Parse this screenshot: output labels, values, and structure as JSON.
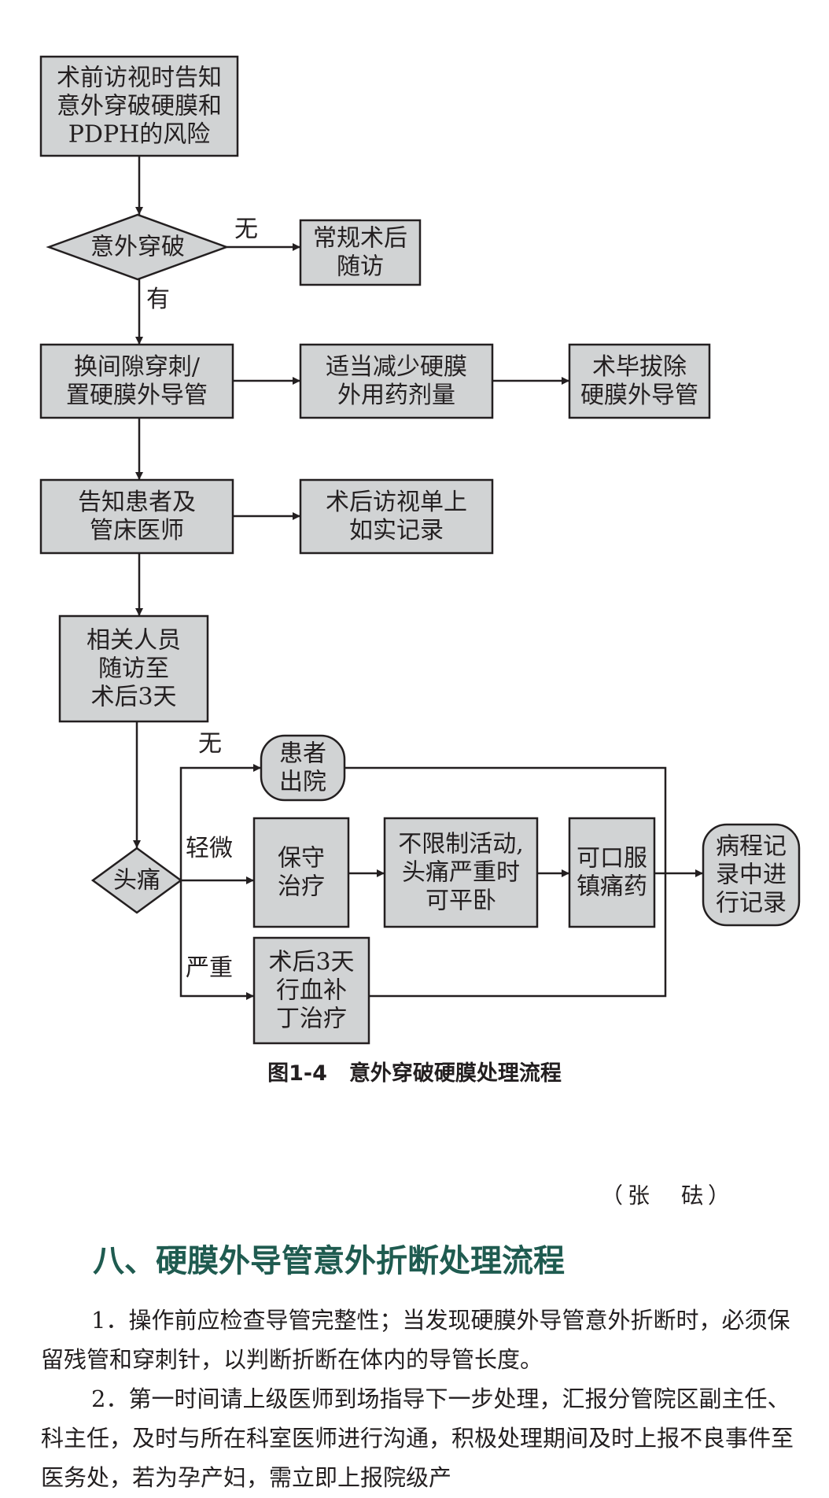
{
  "diagram": {
    "colors": {
      "box_fill": "#d1d3d4",
      "stroke": "#231f20",
      "text": "#231f20"
    },
    "nodes": {
      "n_start": [
        "术前访视时告知",
        "意外穿破硬膜和",
        "PDPH的风险"
      ],
      "n_puncture": [
        "意外穿破"
      ],
      "n_routine": [
        "常规术后",
        "随访"
      ],
      "n_change": [
        "换间隙穿刺/",
        "置硬膜外导管"
      ],
      "n_reduce": [
        "适当减少硬膜",
        "外用药剂量"
      ],
      "n_remove": [
        "术毕拔除",
        "硬膜外导管"
      ],
      "n_inform": [
        "告知患者及",
        "管床医师"
      ],
      "n_record": [
        "术后访视单上",
        "如实记录"
      ],
      "n_followup": [
        "相关人员",
        "随访至",
        "术后3天"
      ],
      "n_headache": [
        "头痛"
      ],
      "n_discharge": [
        "患者",
        "出院"
      ],
      "n_conservative": [
        "保守",
        "治疗"
      ],
      "n_activity": [
        "不限制活动,",
        "头痛严重时",
        "可平卧"
      ],
      "n_analgesic": [
        "可口服",
        "镇痛药"
      ],
      "n_patch": [
        "术后3天",
        "行血补",
        "丁治疗"
      ],
      "n_medrec": [
        "病程记",
        "录中进",
        "行记录"
      ]
    },
    "edge_labels": {
      "no1": "无",
      "yes1": "有",
      "no2": "无",
      "mild": "轻微",
      "severe": "严重"
    }
  },
  "caption": {
    "number": "图1-4",
    "title": "意外穿破硬膜处理流程"
  },
  "author": "（张　砝）",
  "section": {
    "title": "八、硬膜外导管意外折断处理流程",
    "paragraphs": [
      "1．操作前应检查导管完整性；当发现硬膜外导管意外折断时，必须保留残管和穿刺针，以判断折断在体内的导管长度。",
      "2．第一时间请上级医师到场指导下一步处理，汇报分管院区副主任、科主任，及时与所在科室医师进行沟通，积极处理期间及时上报不良事件至医务处，若为孕产妇，需立即上报院级产"
    ]
  }
}
